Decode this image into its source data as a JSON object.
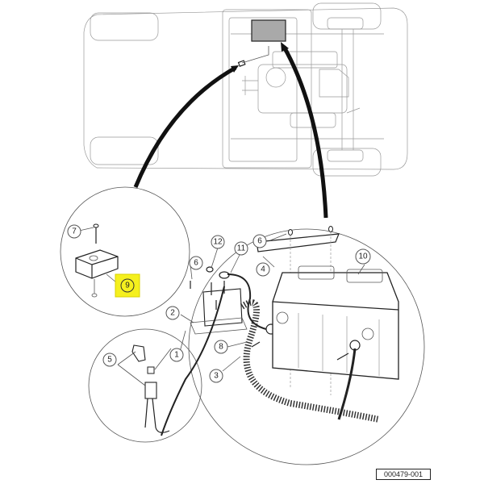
{
  "figure": {
    "reference_id": "000479-001",
    "highlight_color": "#f5f01e",
    "arrow_color": "#111111",
    "battery_location_fill": "#a9a9a9"
  },
  "callouts": [
    {
      "id": "1",
      "label": "1"
    },
    {
      "id": "2",
      "label": "2"
    },
    {
      "id": "3",
      "label": "3"
    },
    {
      "id": "4",
      "label": "4"
    },
    {
      "id": "5",
      "label": "5"
    },
    {
      "id": "6a",
      "label": "6"
    },
    {
      "id": "6b",
      "label": "6"
    },
    {
      "id": "7",
      "label": "7"
    },
    {
      "id": "8",
      "label": "8"
    },
    {
      "id": "9",
      "label": "9",
      "highlighted": true
    },
    {
      "id": "10",
      "label": "10"
    },
    {
      "id": "11",
      "label": "11"
    },
    {
      "id": "12",
      "label": "12"
    }
  ]
}
